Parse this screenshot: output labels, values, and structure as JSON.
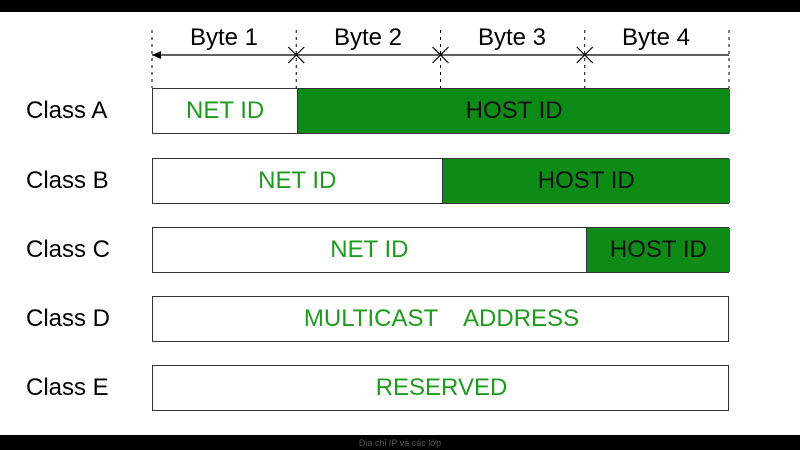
{
  "byte_header": {
    "labels": [
      "Byte 1",
      "Byte 2",
      "Byte 3",
      "Byte 4"
    ]
  },
  "classes": [
    {
      "label": "Class A",
      "segments": [
        {
          "type": "net",
          "text": "NET ID",
          "bytes": 1
        },
        {
          "type": "host",
          "text": "HOST ID",
          "bytes": 3
        }
      ]
    },
    {
      "label": "Class B",
      "segments": [
        {
          "type": "net",
          "text": "NET ID",
          "bytes": 2
        },
        {
          "type": "host",
          "text": "HOST ID",
          "bytes": 2
        }
      ]
    },
    {
      "label": "Class C",
      "segments": [
        {
          "type": "net",
          "text": "NET ID",
          "bytes": 3
        },
        {
          "type": "host",
          "text": "HOST ID",
          "bytes": 1
        }
      ]
    },
    {
      "label": "Class D",
      "segments": [
        {
          "type": "full",
          "text": "MULTICAST    ADDRESS",
          "bytes": 4
        }
      ]
    },
    {
      "label": "Class E",
      "segments": [
        {
          "type": "full",
          "text": "RESERVED",
          "bytes": 4
        }
      ]
    }
  ],
  "colors": {
    "host_fill": "#0e8a16",
    "net_text": "#1f9a1f",
    "border": "#333333"
  },
  "footer": {
    "text": "Địa chỉ IP và các lớp"
  }
}
